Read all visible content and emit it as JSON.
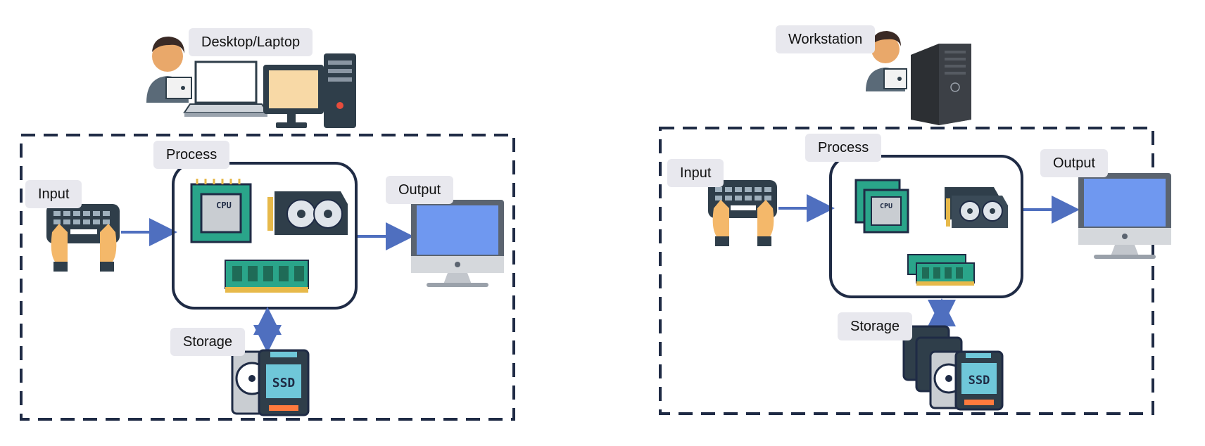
{
  "diagrams": [
    {
      "title": "Desktop/Laptop",
      "labels": {
        "input": "Input",
        "process": "Process",
        "output": "Output",
        "storage": "Storage"
      },
      "icons": [
        "user-icon",
        "laptop-icon",
        "desktop-computer-icon",
        "keyboard-icon",
        "cpu-chip-icon",
        "graphics-card-icon",
        "ram-module-icon",
        "monitor-icon",
        "hard-drive-icon",
        "ssd-icon"
      ],
      "chip_text": "CPU",
      "ssd_text": "SSD"
    },
    {
      "title": "Workstation",
      "labels": {
        "input": "Input",
        "process": "Process",
        "output": "Output",
        "storage": "Storage"
      },
      "icons": [
        "user-icon",
        "tower-workstation-icon",
        "keyboard-icon",
        "cpu-chip-icon",
        "graphics-card-icon",
        "ram-module-icon",
        "monitor-icon",
        "hard-drive-icon",
        "ssd-icon"
      ],
      "chip_text": "CPU",
      "ssd_text": "SSD"
    }
  ],
  "colors": {
    "frame": "#1f2b45",
    "arrow": "#4f6fbf",
    "label_bg": "#e8e8ee",
    "screen": "#6f98f0",
    "chip_green": "#2aa58a",
    "dark": "#2f3e4a"
  }
}
